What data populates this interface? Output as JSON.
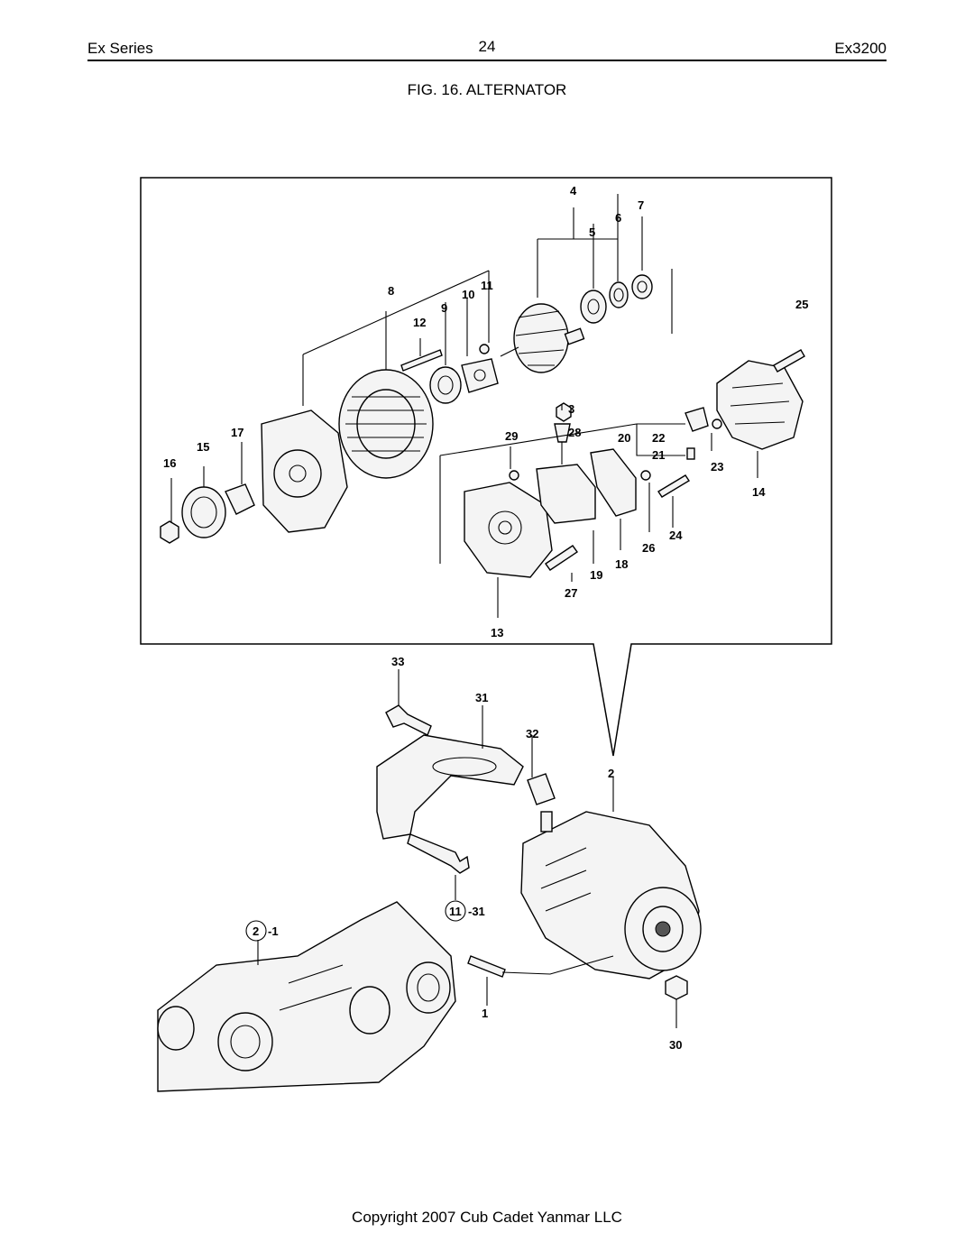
{
  "header": {
    "left": "Ex Series",
    "page_number": "24",
    "right": "Ex3200"
  },
  "figure": {
    "title": "FIG. 16. ALTERNATOR",
    "callouts": {
      "c1": "1",
      "c2": "2",
      "c3": "3",
      "c4": "4",
      "c5": "5",
      "c6": "6",
      "c7": "7",
      "c8": "8",
      "c9": "9",
      "c10": "10",
      "c11": "11",
      "c12": "12",
      "c13": "13",
      "c14": "14",
      "c15": "15",
      "c16": "16",
      "c17": "17",
      "c18": "18",
      "c19": "19",
      "c20": "20",
      "c21": "21",
      "c22": "22",
      "c23": "23",
      "c24": "24",
      "c25": "25",
      "c26": "26",
      "c27": "27",
      "c28": "28",
      "c29": "29",
      "c30": "30",
      "c31": "31",
      "c32": "32",
      "c33": "33",
      "ref_11": "11",
      "ref_11_suffix": "-31",
      "ref_2": "2",
      "ref_2_suffix": "-1"
    }
  },
  "footer": {
    "copyright": "Copyright 2007 Cub Cadet Yanmar LLC"
  }
}
